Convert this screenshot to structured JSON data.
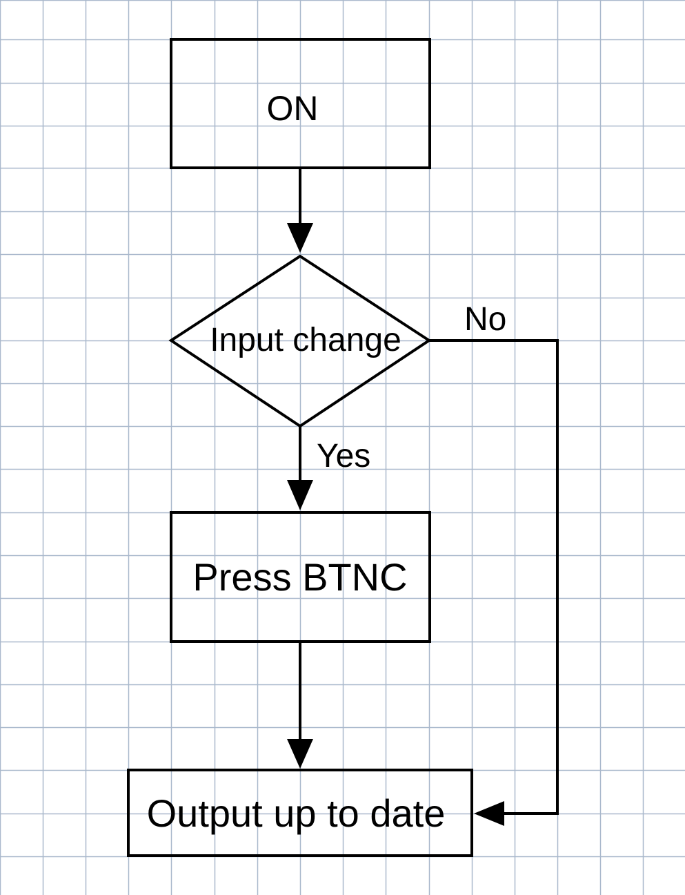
{
  "colors": {
    "background": "#ffffff",
    "grid": "#a9b8cc",
    "stroke": "#000000",
    "text": "#000000"
  },
  "nodes": {
    "on": {
      "label": "ON",
      "shape": "rectangle"
    },
    "input_change": {
      "label": "Input change",
      "shape": "diamond"
    },
    "press_btnc": {
      "label": "Press BTNC",
      "shape": "rectangle"
    },
    "output_up_to_date": {
      "label": "Output up to date",
      "shape": "rectangle"
    }
  },
  "edges": {
    "on_to_decision": {
      "from": "on",
      "to": "input_change",
      "label": ""
    },
    "yes": {
      "from": "input_change",
      "to": "press_btnc",
      "label": "Yes"
    },
    "press_to_output": {
      "from": "press_btnc",
      "to": "output_up_to_date",
      "label": ""
    },
    "no": {
      "from": "input_change",
      "to": "output_up_to_date",
      "label": "No"
    }
  }
}
